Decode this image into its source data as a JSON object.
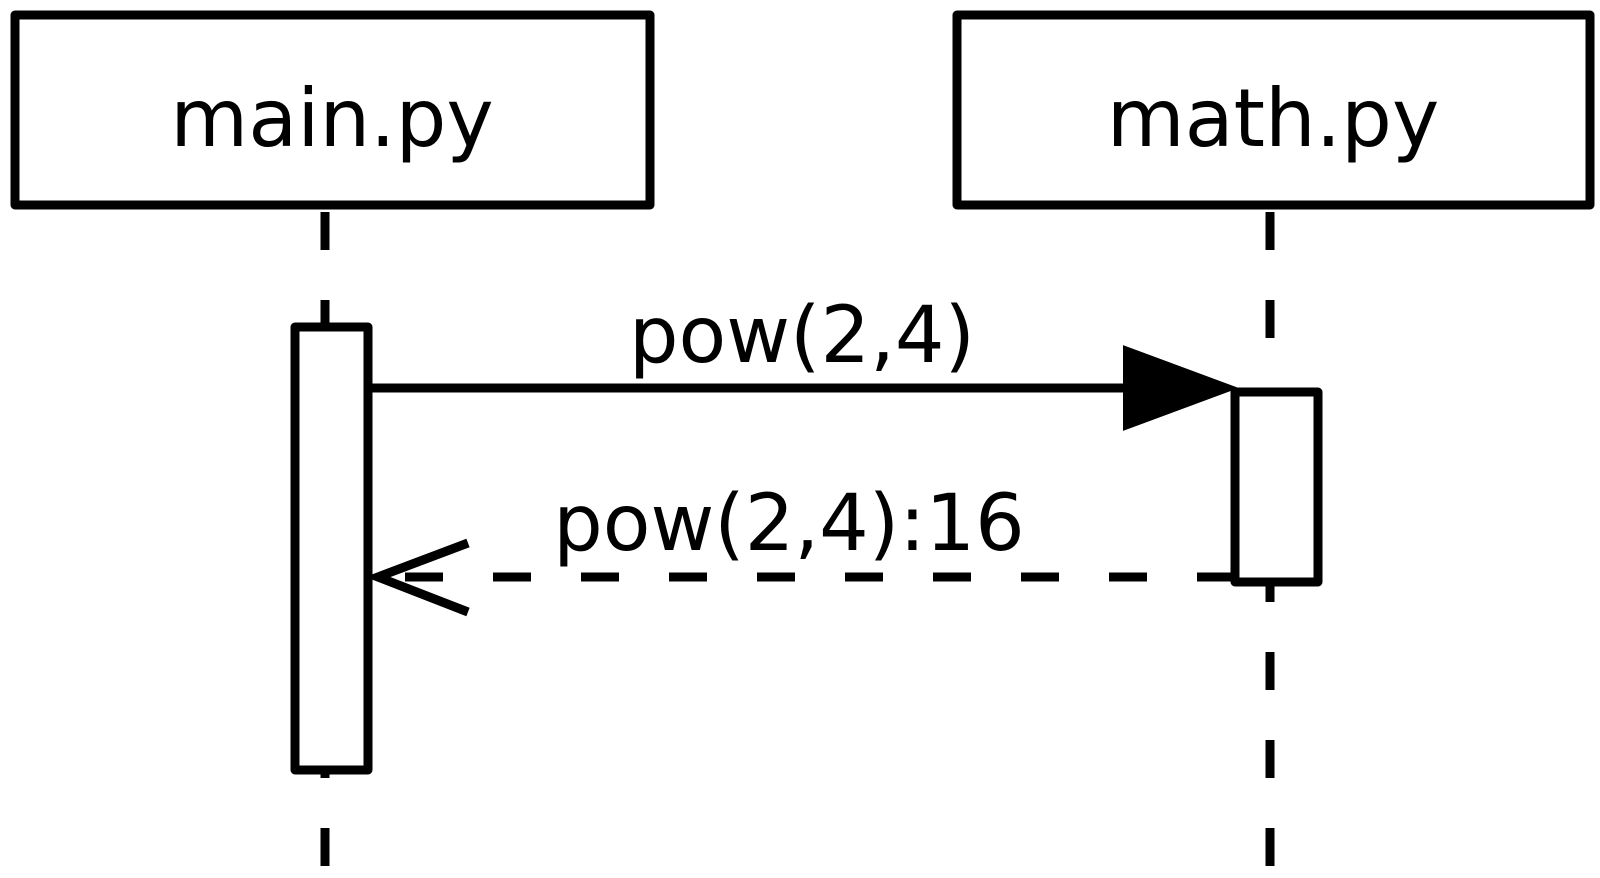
{
  "participants": [
    {
      "name": "main.py"
    },
    {
      "name": "math.py"
    }
  ],
  "messages": [
    {
      "label": "pow(2,4)",
      "kind": "synchronous-call"
    },
    {
      "label": "pow(2,4):16",
      "kind": "return"
    }
  ],
  "colors": {
    "ink": "#000000",
    "background": "#ffffff"
  }
}
